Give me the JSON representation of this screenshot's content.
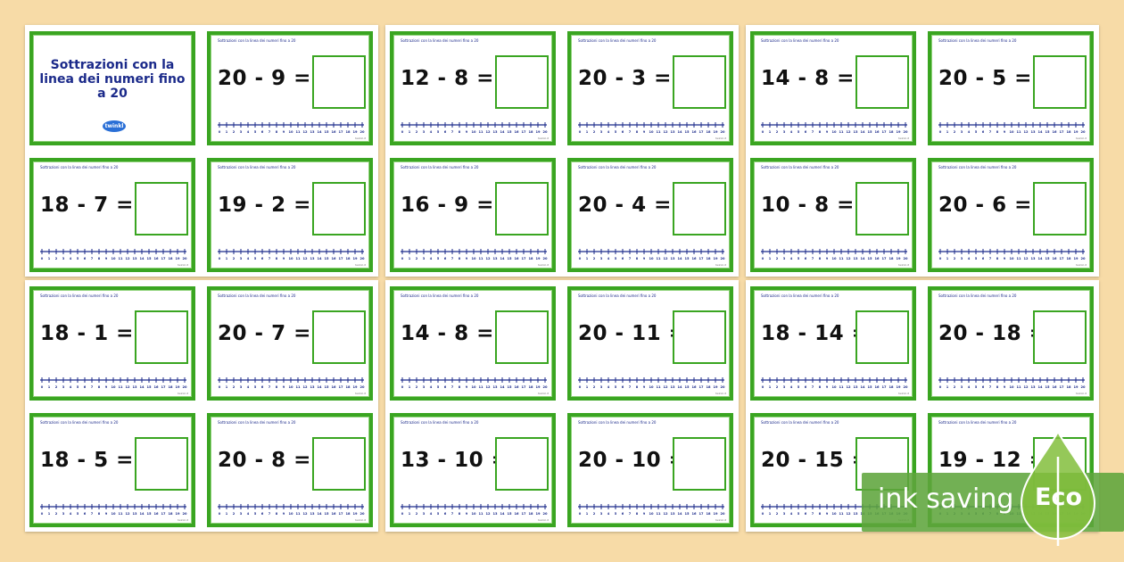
{
  "header": "Sottrazioni con la linea dei numeri fino a 20",
  "title_card": {
    "title": "Sottrazioni con la linea dei numeri fino a 20",
    "logo": "twinkl"
  },
  "number_line": [
    "0",
    "1",
    "2",
    "3",
    "4",
    "5",
    "6",
    "7",
    "8",
    "9",
    "10",
    "11",
    "12",
    "13",
    "14",
    "15",
    "16",
    "17",
    "18",
    "19",
    "20"
  ],
  "footer": "twinkl.it",
  "colors": {
    "border": "#3aa521",
    "title": "#1b2a8a",
    "background": "#f7dba7",
    "number_line": "#1b2a8a"
  },
  "cards": [
    {
      "eq": "20 - 9 ="
    },
    {
      "eq": "18 - 7 ="
    },
    {
      "eq": "19 - 2 ="
    },
    {
      "eq": "12 - 8 ="
    },
    {
      "eq": "20 - 3 ="
    },
    {
      "eq": "16 - 9 ="
    },
    {
      "eq": "20 - 4 ="
    },
    {
      "eq": "14 - 8 ="
    },
    {
      "eq": "20 - 5 ="
    },
    {
      "eq": "10 - 8 ="
    },
    {
      "eq": "20 - 6 ="
    },
    {
      "eq": "18 - 1 ="
    },
    {
      "eq": "20 - 7 ="
    },
    {
      "eq": "18 - 5 ="
    },
    {
      "eq": "20 - 8 ="
    },
    {
      "eq": "14 - 8 ="
    },
    {
      "eq": "20 - 11 ="
    },
    {
      "eq": "13 - 10 ="
    },
    {
      "eq": "20 - 10 ="
    },
    {
      "eq": "18 - 14 ="
    },
    {
      "eq": "20 - 18 ="
    },
    {
      "eq": "20 - 15 ="
    },
    {
      "eq": "19 - 12 ="
    }
  ],
  "eco": {
    "text": "ink saving",
    "label": "Eco"
  }
}
